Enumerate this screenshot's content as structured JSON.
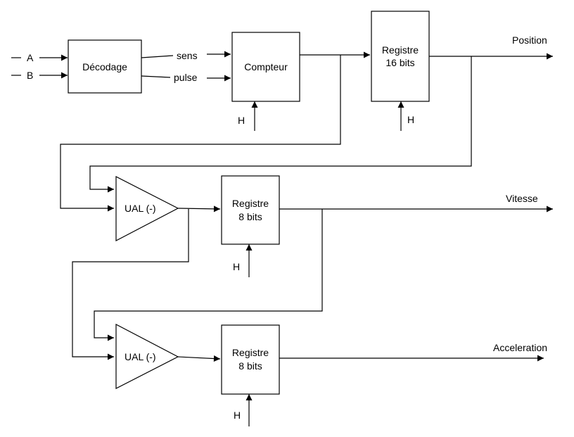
{
  "inputs": {
    "a": "A",
    "b": "B"
  },
  "blocks": {
    "decodage": "Décodage",
    "compteur": "Compteur",
    "registre16": [
      "Registre",
      "16 bits"
    ],
    "ual1": "UAL (-)",
    "registre8_vitesse": [
      "Registre",
      "8 bits"
    ],
    "ual2": "UAL (-)",
    "registre8_acceleration": [
      "Registre",
      "8 bits"
    ]
  },
  "signals": {
    "sens": "sens",
    "pulse": "pulse",
    "clock": "H"
  },
  "outputs": {
    "position": "Position",
    "vitesse": "Vitesse",
    "acceleration": "Acceleration"
  }
}
